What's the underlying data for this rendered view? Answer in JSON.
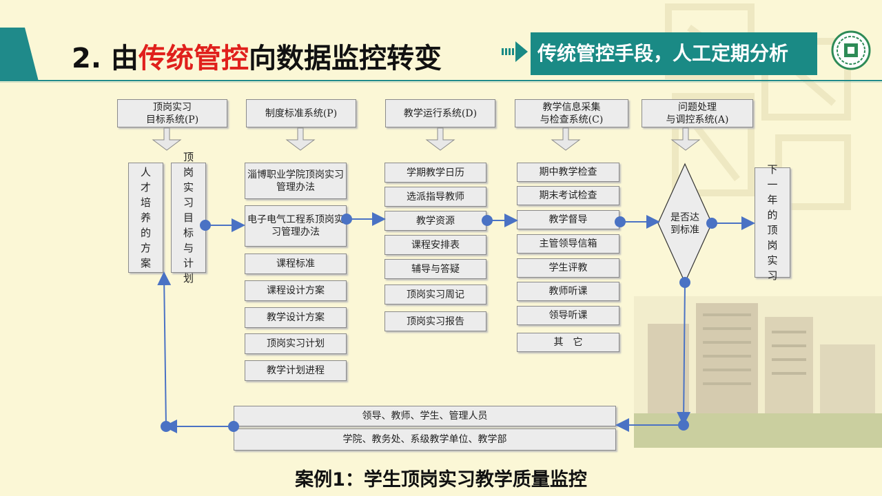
{
  "header": {
    "title_prefix": "2. 由",
    "title_highlight": "传统管控",
    "title_suffix": "向数据监控转变",
    "label": "传统管控手段，人工定期分析",
    "accent_color": "#1a8a85",
    "highlight_color": "#e0201c"
  },
  "columns": [
    {
      "header": "顶岗实习\n目标系统(P)"
    },
    {
      "header": "制度标准系统(P)"
    },
    {
      "header": "教学运行系统(D)"
    },
    {
      "header": "教学信息采集\n与检查系统(C)"
    },
    {
      "header": "问题处理\n与调控系统(A)"
    }
  ],
  "col1": {
    "left": "人才培养的方案",
    "right": "顶岗实习目标与计划"
  },
  "col2": [
    "淄博职业学院顶岗实习管理办法",
    "电子电气工程系顶岗实习管理办法",
    "课程标准",
    "课程设计方案",
    "教学设计方案",
    "顶岗实习计划",
    "教学计划进程"
  ],
  "col3": [
    "学期教学日历",
    "选派指导教师",
    "教学资源",
    "课程安排表",
    "辅导与答疑",
    "顶岗实习周记",
    "顶岗实习报告"
  ],
  "col4": [
    "期中教学检查",
    "期末考试检查",
    "教学督导",
    "主管领导信箱",
    "学生评教",
    "教师听课",
    "领导听课",
    "其　它"
  ],
  "decision": "是否达到标准",
  "next": "下一年的顶岗实习",
  "bottom": [
    "领导、教师、学生、管理人员",
    "学院、教务处、系级教学单位、教学部"
  ],
  "caption": "案例1：学生顶岗实习教学质量监控"
}
